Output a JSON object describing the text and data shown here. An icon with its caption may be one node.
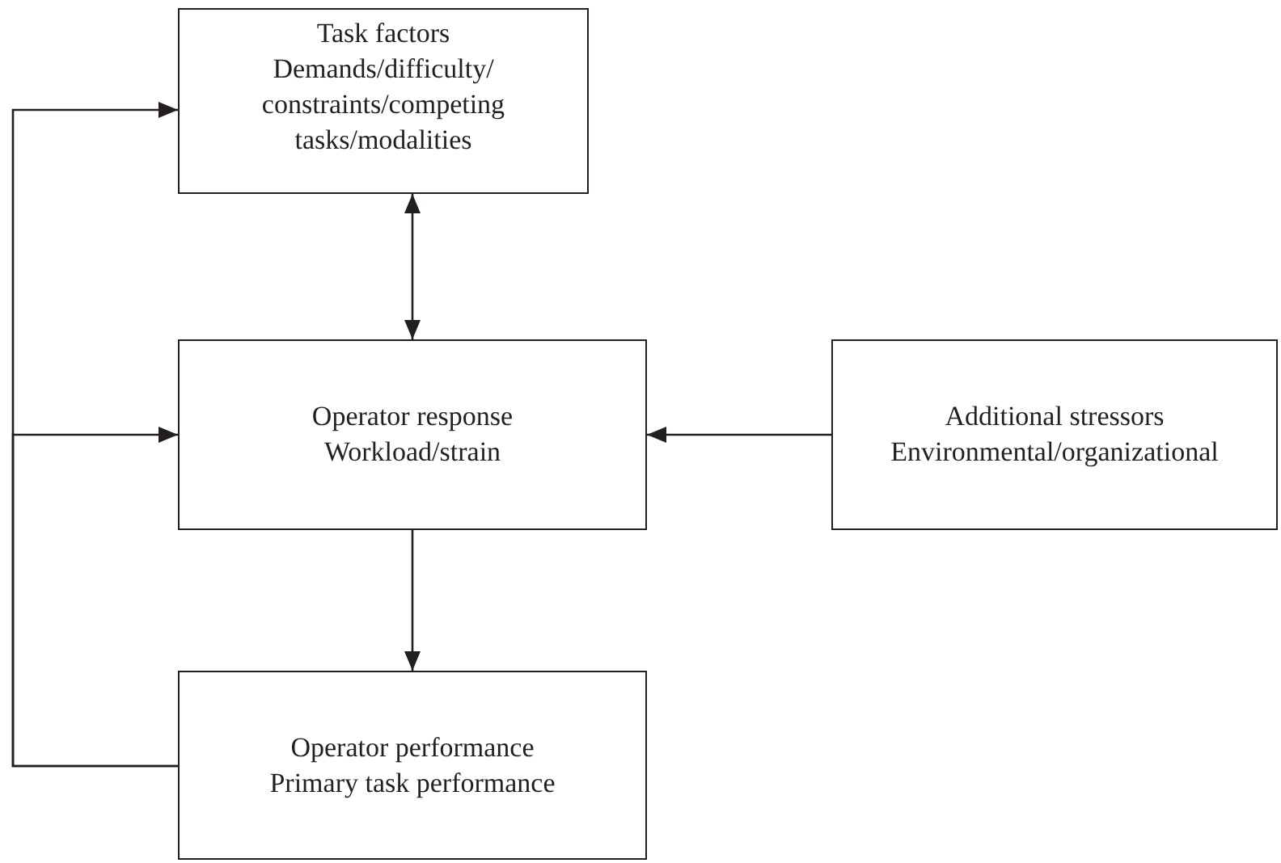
{
  "diagram": {
    "nodes": [
      {
        "text": [
          "Task factors",
          "Demands/difficulty/ constraints/competing tasks/modalities"
        ]
      },
      {
        "text": [
          "Operator response",
          "Workload/strain"
        ]
      },
      {
        "text": [
          "Additional stressors",
          "Environmental/organizational"
        ]
      },
      {
        "text": [
          "Operator performance",
          "Primary task performance"
        ]
      }
    ],
    "edges": [
      {
        "from": 0,
        "to": 1,
        "arrow": "both"
      },
      {
        "from": 2,
        "to": 1,
        "arrow": "to"
      },
      {
        "from": 1,
        "to": 3,
        "arrow": "to"
      },
      {
        "from": 3,
        "to": 0,
        "arrow": "to"
      },
      {
        "from": 3,
        "to": 1,
        "arrow": "to"
      }
    ]
  }
}
